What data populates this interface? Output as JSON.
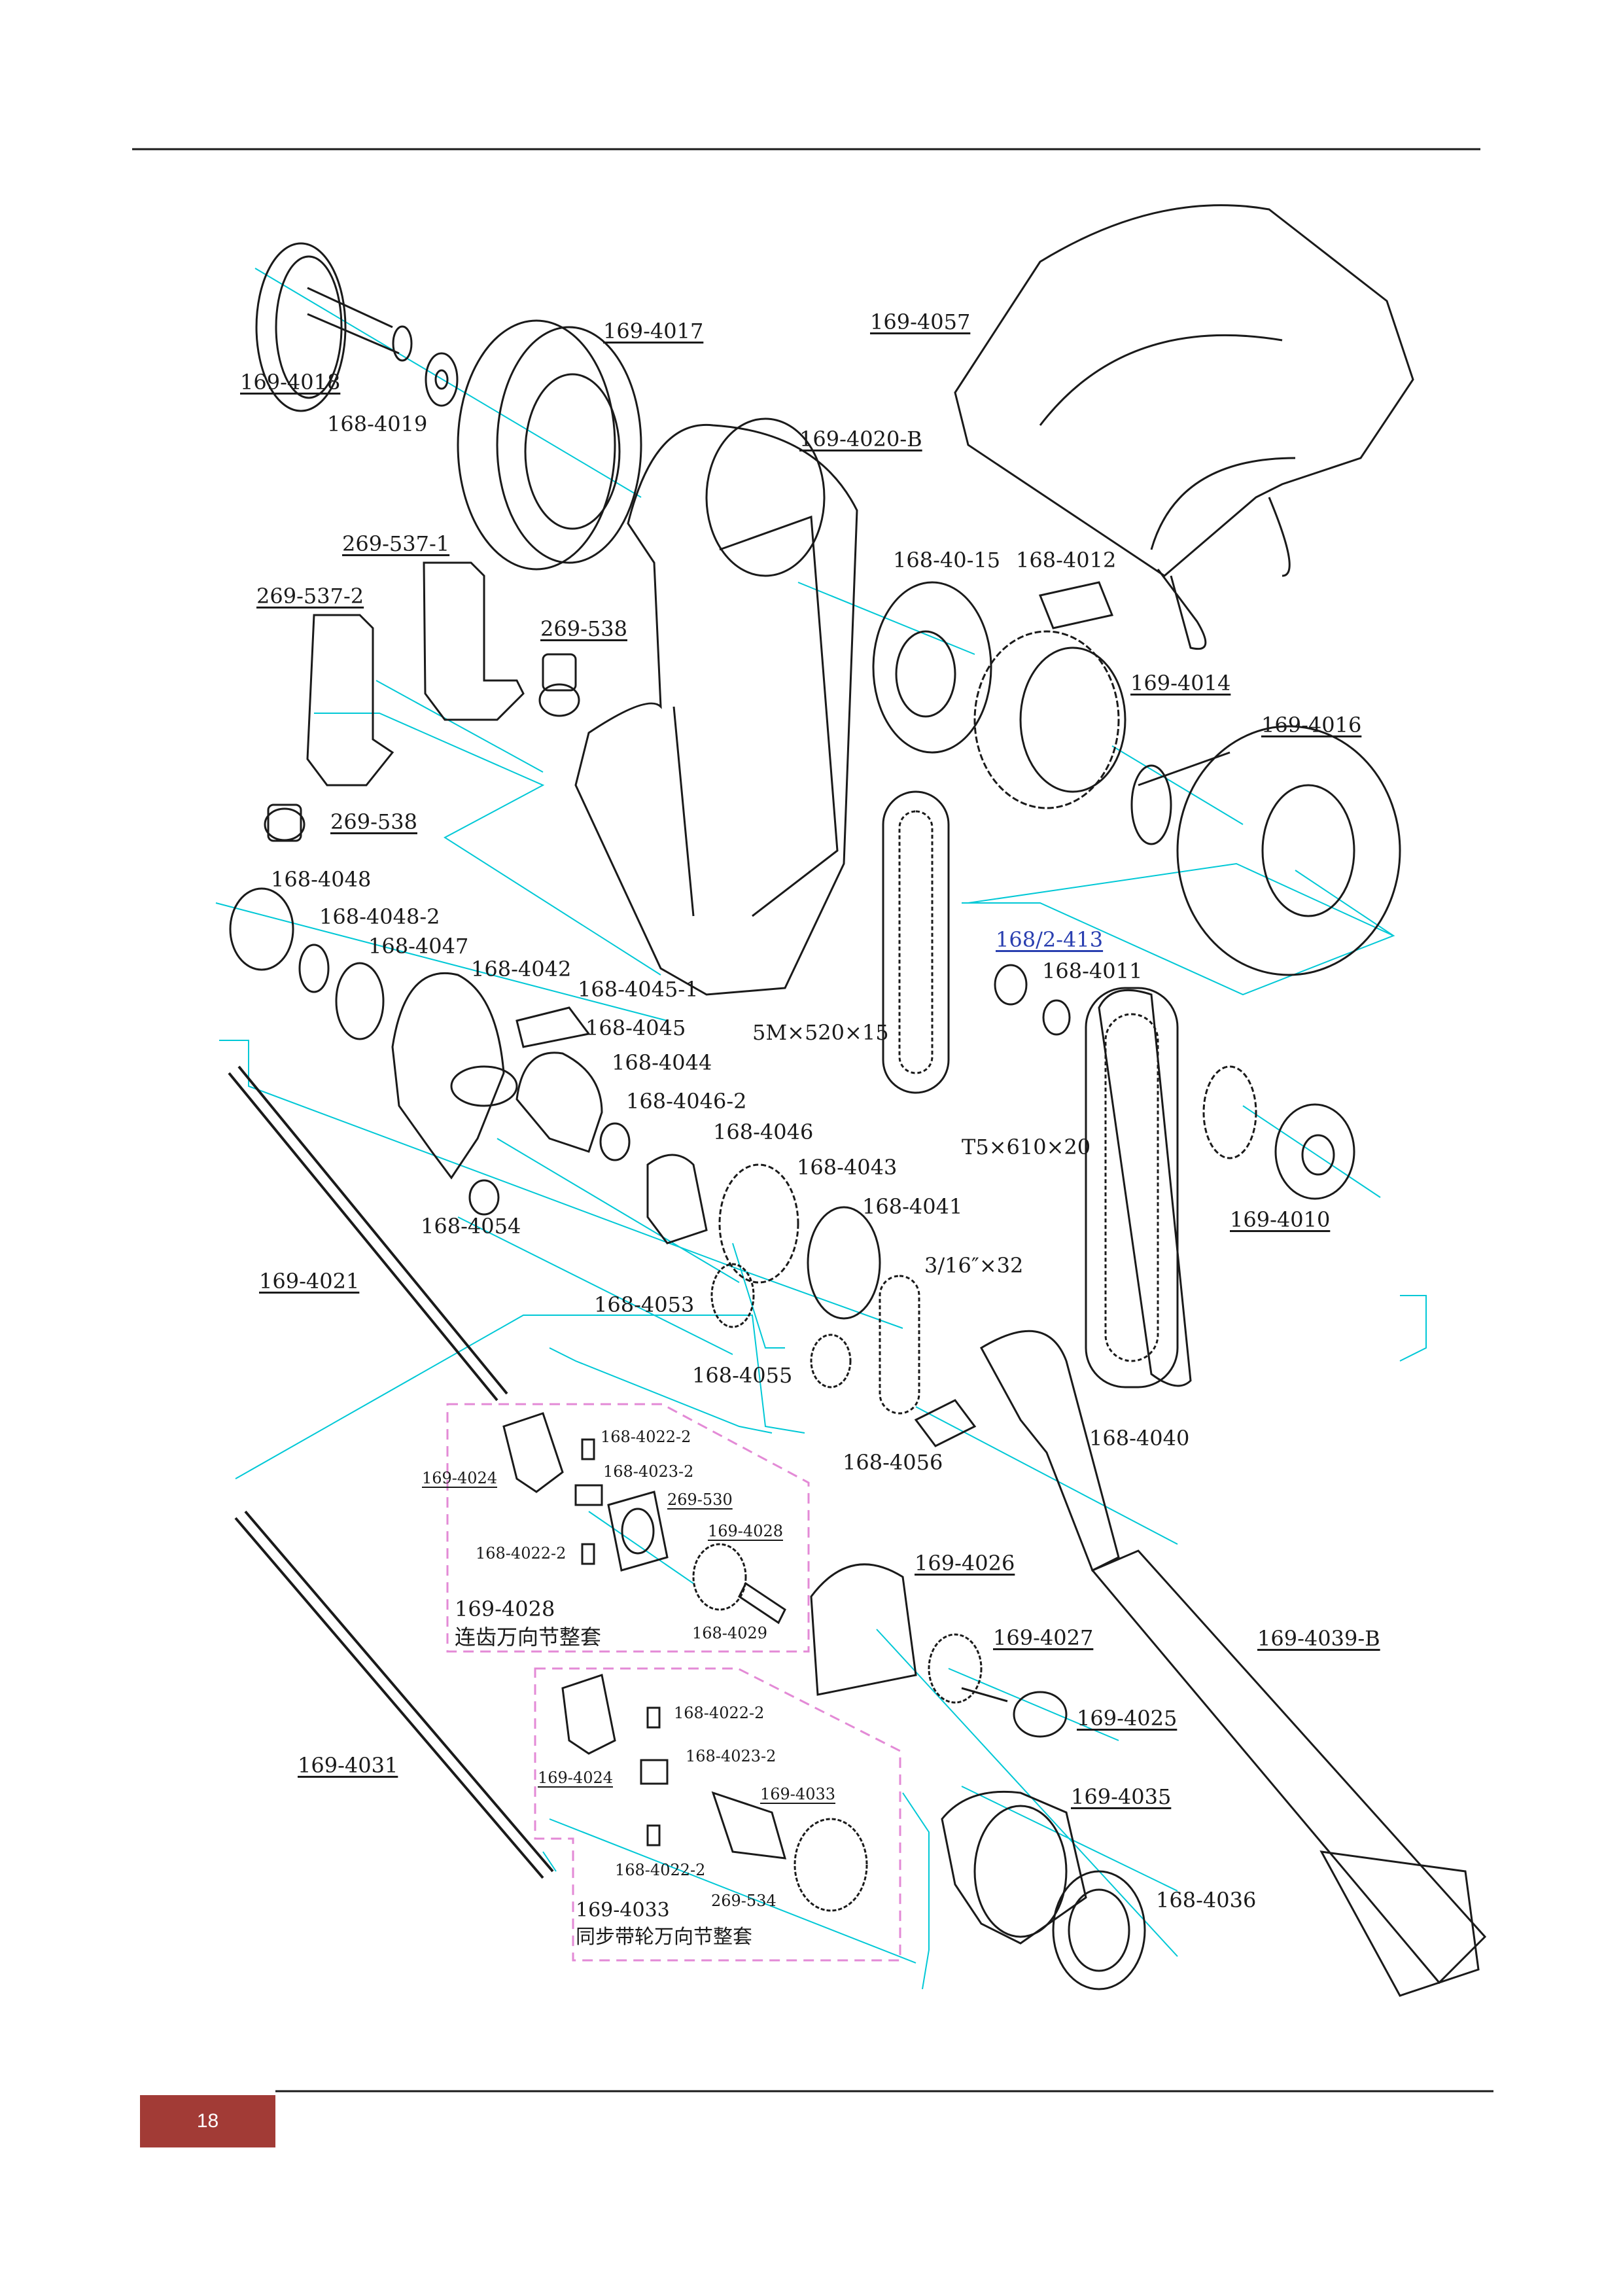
{
  "page_number": "18",
  "colors": {
    "accent_bar": "#a23b36",
    "guide_lines": "#00c8d6",
    "kit_boundary": "#e38ad6",
    "ink": "#1a1a1a"
  },
  "parts": [
    {
      "id": "p1",
      "text": "169-4018"
    },
    {
      "id": "p2",
      "text": "168-4019"
    },
    {
      "id": "p3",
      "text": "169-4017"
    },
    {
      "id": "p4",
      "text": "169-4057"
    },
    {
      "id": "p5",
      "text": "169-4020-B"
    },
    {
      "id": "p6",
      "text": "269-537-1"
    },
    {
      "id": "p7",
      "text": "269-537-2"
    },
    {
      "id": "p8",
      "text": "269-538"
    },
    {
      "id": "p9",
      "text": "168-40-15"
    },
    {
      "id": "p10",
      "text": "168-4012"
    },
    {
      "id": "p11",
      "text": "169-4014"
    },
    {
      "id": "p12",
      "text": "169-4016"
    },
    {
      "id": "p13",
      "text": "269-538"
    },
    {
      "id": "p14",
      "text": "168-4048"
    },
    {
      "id": "p15",
      "text": "168-4048-2"
    },
    {
      "id": "p16",
      "text": "168-4047"
    },
    {
      "id": "p17",
      "text": "168-4042"
    },
    {
      "id": "p18",
      "text": "168-4045-1"
    },
    {
      "id": "p19",
      "text": "168-4045"
    },
    {
      "id": "p20",
      "text": "168-4044"
    },
    {
      "id": "p21",
      "text": "168-4046-2"
    },
    {
      "id": "p22",
      "text": "168-4046"
    },
    {
      "id": "p23",
      "text": "168-4043"
    },
    {
      "id": "p24",
      "text": "168-4041"
    },
    {
      "id": "p25",
      "text": "168/2-413"
    },
    {
      "id": "p26",
      "text": "168-4011"
    },
    {
      "id": "p27",
      "text": "5M×520×15"
    },
    {
      "id": "p28",
      "text": "T5×610×20"
    },
    {
      "id": "p29",
      "text": "169-4010"
    },
    {
      "id": "p30",
      "text": "168-4054"
    },
    {
      "id": "p31",
      "text": "169-4021"
    },
    {
      "id": "p32",
      "text": "168-4053"
    },
    {
      "id": "p33",
      "text": "3/16″×32"
    },
    {
      "id": "p34",
      "text": "168-4055"
    },
    {
      "id": "p35",
      "text": "168-4056"
    },
    {
      "id": "p36",
      "text": "168-4040"
    },
    {
      "id": "p37",
      "text": "169-4024"
    },
    {
      "id": "p38",
      "text": "168-4022-2"
    },
    {
      "id": "p39",
      "text": "168-4023-2"
    },
    {
      "id": "p40",
      "text": "269-530"
    },
    {
      "id": "p41",
      "text": "169-4028"
    },
    {
      "id": "p42",
      "text": "168-4022-2"
    },
    {
      "id": "p43",
      "text": "168-4029"
    },
    {
      "id": "p44",
      "text": "169-4026"
    },
    {
      "id": "p45",
      "text": "169-4027"
    },
    {
      "id": "p46",
      "text": "169-4039-B"
    },
    {
      "id": "p47",
      "text": "169-4025"
    },
    {
      "id": "p48",
      "text": "169-4031"
    },
    {
      "id": "p49",
      "text": "168-4022-2"
    },
    {
      "id": "p50",
      "text": "168-4023-2"
    },
    {
      "id": "p51",
      "text": "169-4024"
    },
    {
      "id": "p52",
      "text": "169-4033"
    },
    {
      "id": "p53",
      "text": "169-4035"
    },
    {
      "id": "p54",
      "text": "168-4022-2"
    },
    {
      "id": "p55",
      "text": "269-534"
    },
    {
      "id": "p56",
      "text": "168-4036"
    }
  ],
  "kits": [
    {
      "code": "169-4028",
      "name": "连齿万向节整套"
    },
    {
      "code": "169-4033",
      "name": "同步带轮万向节整套"
    }
  ]
}
